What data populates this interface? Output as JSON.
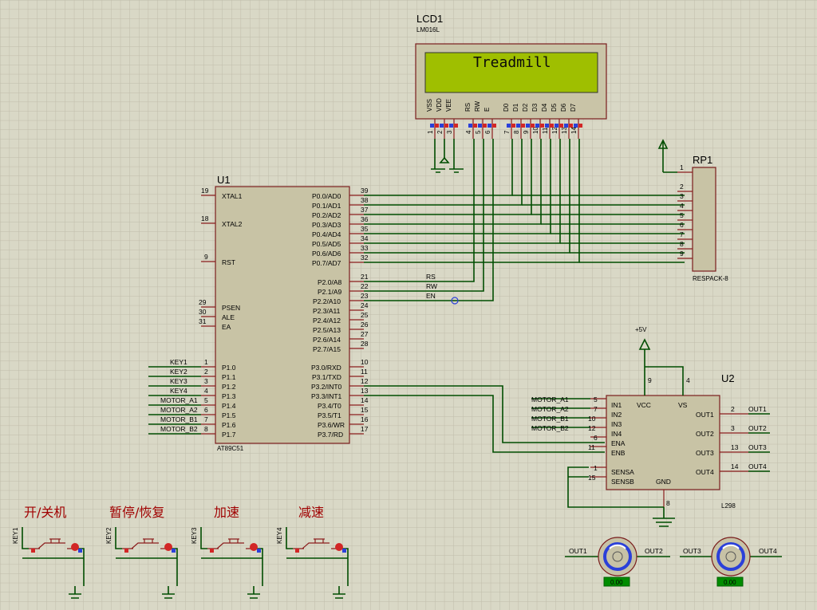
{
  "lcd": {
    "ref": "LCD1",
    "part": "LM016L",
    "text": "Treadmill",
    "pin_names": [
      "VSS",
      "VDD",
      "VEE",
      "RS",
      "RW",
      "E",
      "D0",
      "D1",
      "D2",
      "D3",
      "D4",
      "D5",
      "D6",
      "D7"
    ],
    "pin_numbers": [
      "1",
      "2",
      "3",
      "4",
      "5",
      "6",
      "7",
      "8",
      "9",
      "10",
      "11",
      "12",
      "13",
      "14"
    ]
  },
  "u1": {
    "ref": "U1",
    "part": "AT89C51",
    "left_pins": [
      {
        "name": "XTAL1",
        "num": "19"
      },
      {
        "name": "XTAL2",
        "num": "18"
      },
      {
        "name": "RST",
        "num": "9"
      },
      {
        "name": "PSEN",
        "num": "29"
      },
      {
        "name": "ALE",
        "num": "30"
      },
      {
        "name": "EA",
        "num": "31"
      },
      {
        "name": "P1.0",
        "num": "1"
      },
      {
        "name": "P1.1",
        "num": "2"
      },
      {
        "name": "P1.2",
        "num": "3"
      },
      {
        "name": "P1.3",
        "num": "4"
      },
      {
        "name": "P1.4",
        "num": "5"
      },
      {
        "name": "P1.5",
        "num": "6"
      },
      {
        "name": "P1.6",
        "num": "7"
      },
      {
        "name": "P1.7",
        "num": "8"
      }
    ],
    "right_pins": [
      {
        "name": "P0.0/AD0",
        "num": "39"
      },
      {
        "name": "P0.1/AD1",
        "num": "38"
      },
      {
        "name": "P0.2/AD2",
        "num": "37"
      },
      {
        "name": "P0.3/AD3",
        "num": "36"
      },
      {
        "name": "P0.4/AD4",
        "num": "35"
      },
      {
        "name": "P0.5/AD5",
        "num": "34"
      },
      {
        "name": "P0.6/AD6",
        "num": "33"
      },
      {
        "name": "P0.7/AD7",
        "num": "32"
      },
      {
        "name": "P2.0/A8",
        "num": "21"
      },
      {
        "name": "P2.1/A9",
        "num": "22"
      },
      {
        "name": "P2.2/A10",
        "num": "23"
      },
      {
        "name": "P2.3/A11",
        "num": "24"
      },
      {
        "name": "P2.4/A12",
        "num": "25"
      },
      {
        "name": "P2.5/A13",
        "num": "26"
      },
      {
        "name": "P2.6/A14",
        "num": "27"
      },
      {
        "name": "P2.7/A15",
        "num": "28"
      },
      {
        "name": "P3.0/RXD",
        "num": "10"
      },
      {
        "name": "P3.1/TXD",
        "num": "11"
      },
      {
        "name": "P3.2/INT0",
        "num": "12"
      },
      {
        "name": "P3.3/INT1",
        "num": "13"
      },
      {
        "name": "P3.4/T0",
        "num": "14"
      },
      {
        "name": "P3.5/T1",
        "num": "15"
      },
      {
        "name": "P3.6/WR",
        "num": "16"
      },
      {
        "name": "P3.7/RD",
        "num": "17"
      }
    ],
    "net_labels": [
      "KEY1",
      "KEY2",
      "KEY3",
      "KEY4",
      "MOTOR_A1",
      "MOTOR_A2",
      "MOTOR_B1",
      "MOTOR_B2"
    ],
    "bus_labels": [
      "RS",
      "RW",
      "EN"
    ]
  },
  "rp1": {
    "ref": "RP1",
    "part": "RESPACK-8",
    "pins": [
      "1",
      "2",
      "3",
      "4",
      "5",
      "6",
      "7",
      "8",
      "9"
    ]
  },
  "u2": {
    "ref": "U2",
    "part": "L298",
    "power_label": "+5V",
    "top_pins": [
      {
        "name": "VCC",
        "num": "9"
      },
      {
        "name": "VS",
        "num": "4"
      }
    ],
    "left_pins": [
      {
        "name": "IN1",
        "num": "5"
      },
      {
        "name": "IN2",
        "num": "7"
      },
      {
        "name": "IN3",
        "num": "10"
      },
      {
        "name": "IN4",
        "num": "12"
      },
      {
        "name": "ENA",
        "num": "6"
      },
      {
        "name": "ENB",
        "num": "11"
      },
      {
        "name": "SENSA",
        "num": "1"
      },
      {
        "name": "SENSB",
        "num": "15"
      }
    ],
    "right_pins": [
      {
        "name": "OUT1",
        "num": "2"
      },
      {
        "name": "OUT2",
        "num": "3"
      },
      {
        "name": "OUT3",
        "num": "13"
      },
      {
        "name": "OUT4",
        "num": "14"
      }
    ],
    "gnd": {
      "name": "GND",
      "num": "8"
    },
    "net_labels": [
      "MOTOR_A1",
      "MOTOR_A2",
      "MOTOR_B1",
      "MOTOR_B2"
    ],
    "out_labels": [
      "OUT1",
      "OUT2",
      "OUT3",
      "OUT4"
    ]
  },
  "keys": [
    {
      "ref": "KEY1",
      "label": "开/关机"
    },
    {
      "ref": "KEY2",
      "label": "暂停/恢复"
    },
    {
      "ref": "KEY3",
      "label": "加速"
    },
    {
      "ref": "KEY4",
      "label": "减速"
    }
  ],
  "motors": [
    {
      "left": "OUT1",
      "right": "OUT2",
      "readout": "0.00"
    },
    {
      "left": "OUT3",
      "right": "OUT4",
      "readout": "0.00"
    }
  ],
  "colors": {
    "background": "#d9d8c6",
    "grid": "#bdb9a6",
    "wire": "#004d00",
    "lcd_screen": "#9fbf00",
    "body": "#c8c3a5",
    "outline": "#7a1d1d",
    "pin_blue": "#2b40d9",
    "pin_red": "#d22626",
    "label_red": "#a00000"
  }
}
